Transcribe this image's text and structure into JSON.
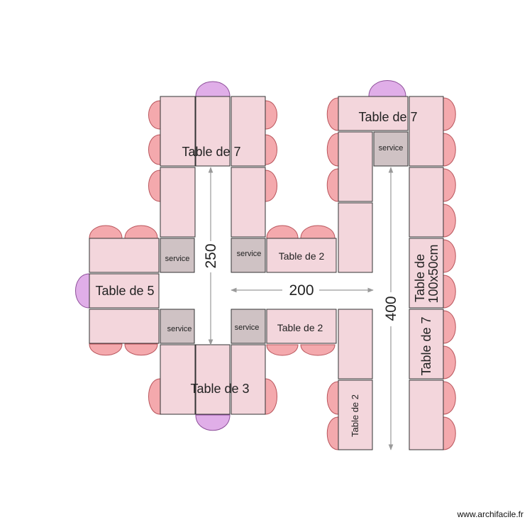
{
  "labels": {
    "table_top_left": "Table de 7",
    "table_top_right": "Table de 7",
    "table_left": "Table de 5",
    "table_bottom": "Table de 3",
    "table_2_upper": "Table de 2",
    "table_2_lower": "Table de 2",
    "table_2_vertical": "Table de 2",
    "table_100x50_line1": "Table de",
    "table_100x50_line2": "100x50cm",
    "table_right_7": "Table de 7",
    "service": "service"
  },
  "dimensions": {
    "vertical_left": "250",
    "horizontal": "200",
    "vertical_right": "400"
  },
  "watermark": "www.archifacile.fr",
  "colors": {
    "table_fill": "#f3d6dc",
    "table_stroke": "#333333",
    "service_fill": "#cfc2c4",
    "chair_fill": "#f4a9ad",
    "chair_edge": "#d9767c",
    "armchair_fill": "#e0aee8",
    "dimension_line": "#999999"
  }
}
